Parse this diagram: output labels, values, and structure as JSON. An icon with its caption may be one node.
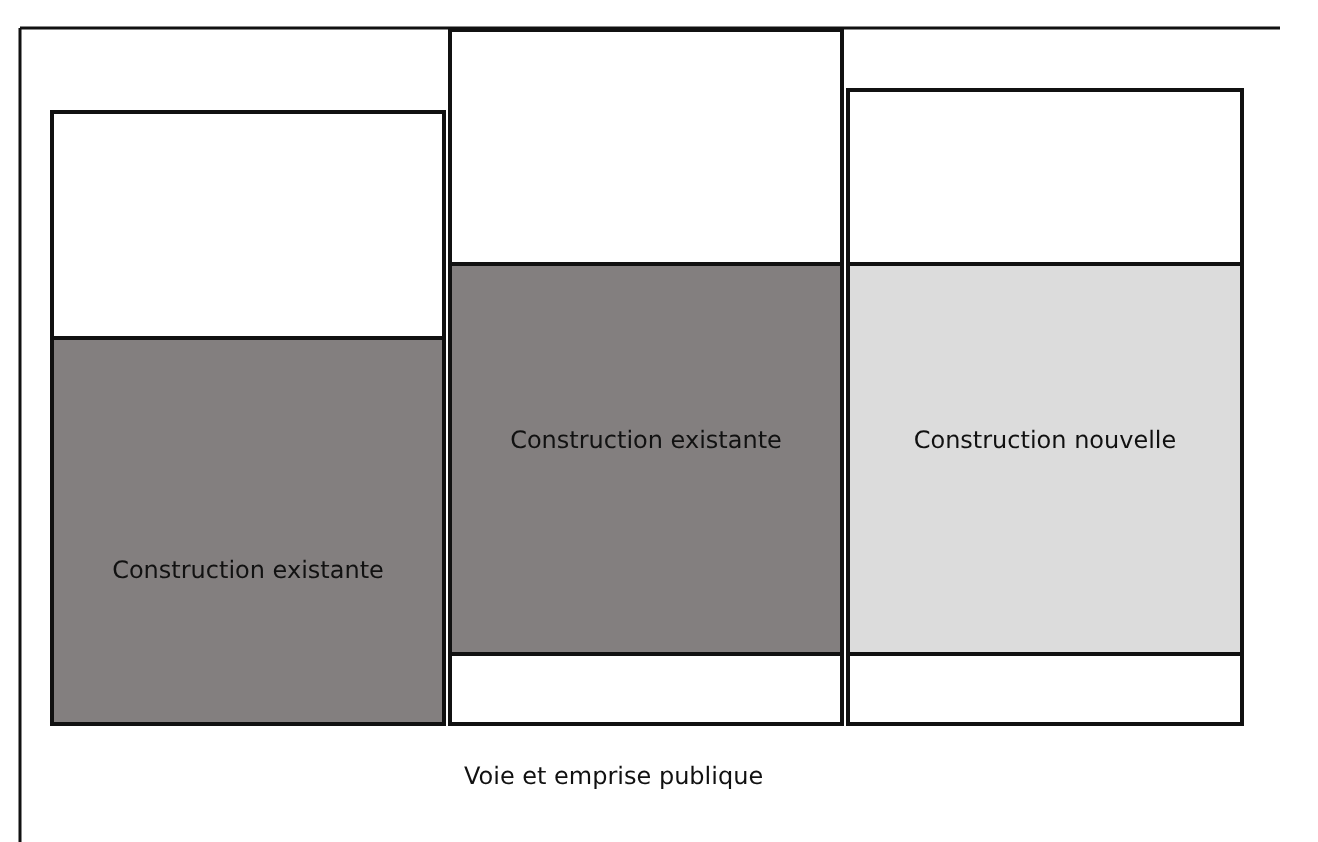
{
  "diagram": {
    "nodes": [
      {
        "text": [],
        "shape": "box"
      },
      {
        "text": [
          "Construction existante"
        ],
        "in": 0
      },
      {
        "text": [],
        "shape": "box"
      },
      {
        "text": [
          "Construction existante"
        ],
        "in": 2
      },
      {
        "text": [],
        "shape": "box"
      },
      {
        "text": [
          "Construction nouvelle"
        ],
        "in": 4
      }
    ],
    "labels": [
      "Voie et emprise publique"
    ]
  }
}
